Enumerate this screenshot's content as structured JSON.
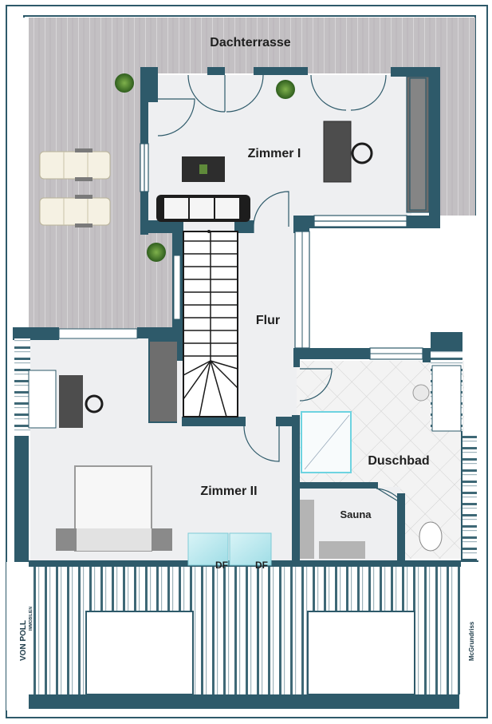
{
  "labels": {
    "dachterrasse": "Dachterrasse",
    "zimmer1": "Zimmer I",
    "flur": "Flur",
    "zimmer2": "Zimmer II",
    "duschbad": "Duschbad",
    "sauna": "Sauna",
    "df1": "DF",
    "df2": "DF"
  },
  "branding": {
    "logo_text": "VON POLL",
    "logo_sub": "IMMOBILIEN",
    "credit": "McGrundriss"
  },
  "colors": {
    "wall": "#2e5a6a",
    "floor": "#eeeff1",
    "deck": "#b8b5b8",
    "tile": "#f2f2f2"
  }
}
